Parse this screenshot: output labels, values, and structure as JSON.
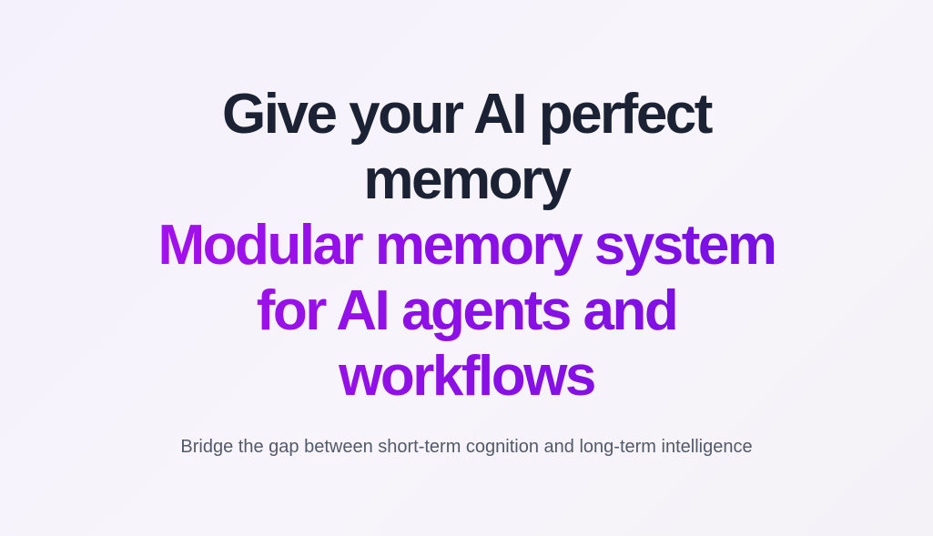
{
  "hero": {
    "headline_line1": "Give your AI perfect",
    "headline_line2": "memory",
    "accent_line1": "Modular memory system",
    "accent_line2": "for AI agents and",
    "accent_line3": "workflows",
    "subtitle": "Bridge the gap between short-term cognition and long-term intelligence"
  },
  "colors": {
    "headline": "#1a2233",
    "accent_start": "#b012ee",
    "accent_end": "#6f10e0",
    "subtitle": "#525a68",
    "background": "#f5f1fc"
  }
}
